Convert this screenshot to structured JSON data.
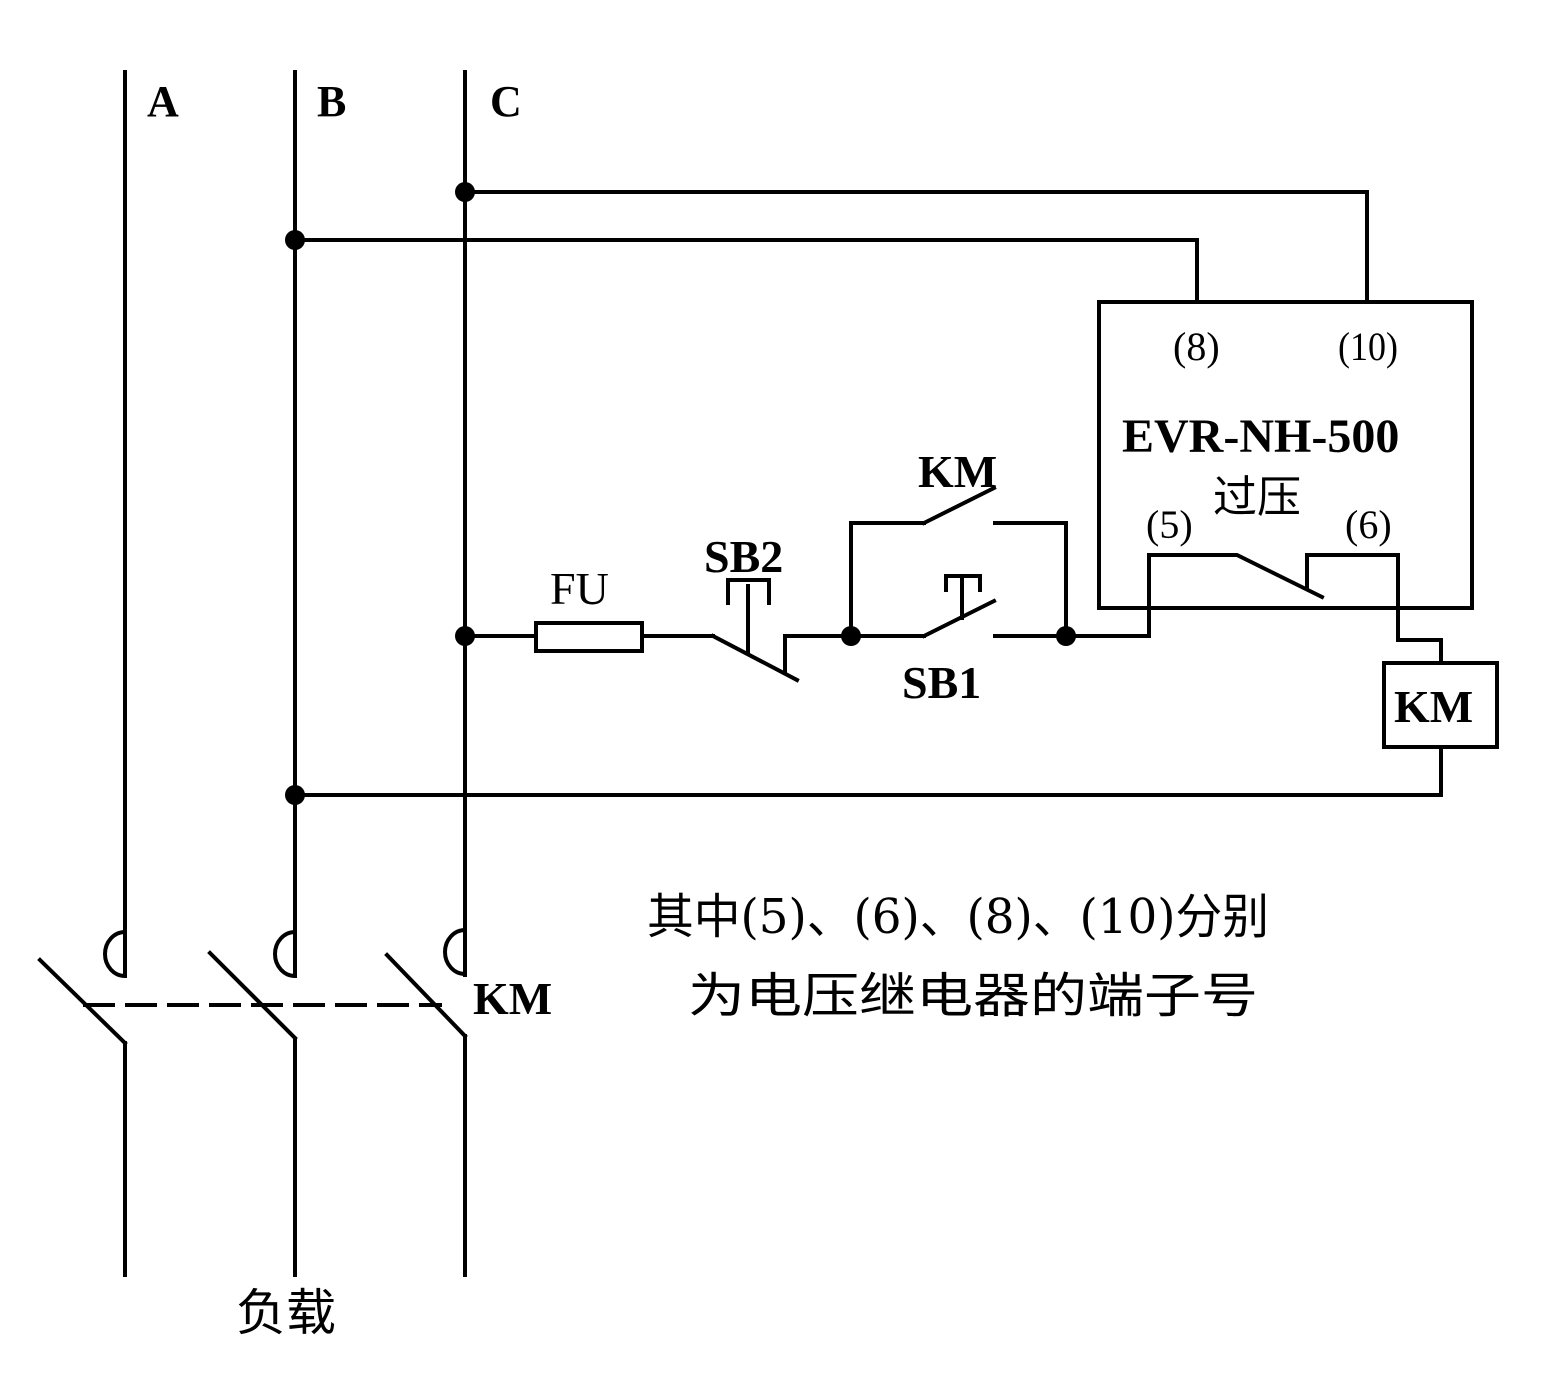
{
  "diagram": {
    "type": "electrical-schematic",
    "phases": [
      {
        "id": "A",
        "label": "A"
      },
      {
        "id": "B",
        "label": "B"
      },
      {
        "id": "C",
        "label": "C"
      }
    ],
    "load_label": "负载",
    "main_contactor_label": "KM",
    "fuse_label": "FU",
    "stop_button_label": "SB2",
    "start_button_label": "SB1",
    "holding_contact_label": "KM",
    "coil_label": "KM",
    "relay": {
      "model": "EVR-NH-500",
      "function": "过压",
      "terminals": {
        "t8": "(8)",
        "t10": "(10)",
        "t5": "(5)",
        "t6": "(6)"
      }
    },
    "note": {
      "line1": "其中(5)、(6)、(8)、(10)分别",
      "line2": "为电压继电器的端子号"
    },
    "connections": [
      {
        "from": "C",
        "to": "relay.t10"
      },
      {
        "from": "B",
        "to": "relay.t8"
      },
      {
        "from": "C",
        "to": "FU"
      },
      {
        "from": "FU",
        "to": "SB2"
      },
      {
        "from": "SB2",
        "to": "SB1 || KM(aux)"
      },
      {
        "from": "SB1 || KM(aux)",
        "to": "relay.t5"
      },
      {
        "from": "relay.t6",
        "to": "KM coil"
      },
      {
        "from": "KM coil",
        "to": "B"
      }
    ]
  }
}
